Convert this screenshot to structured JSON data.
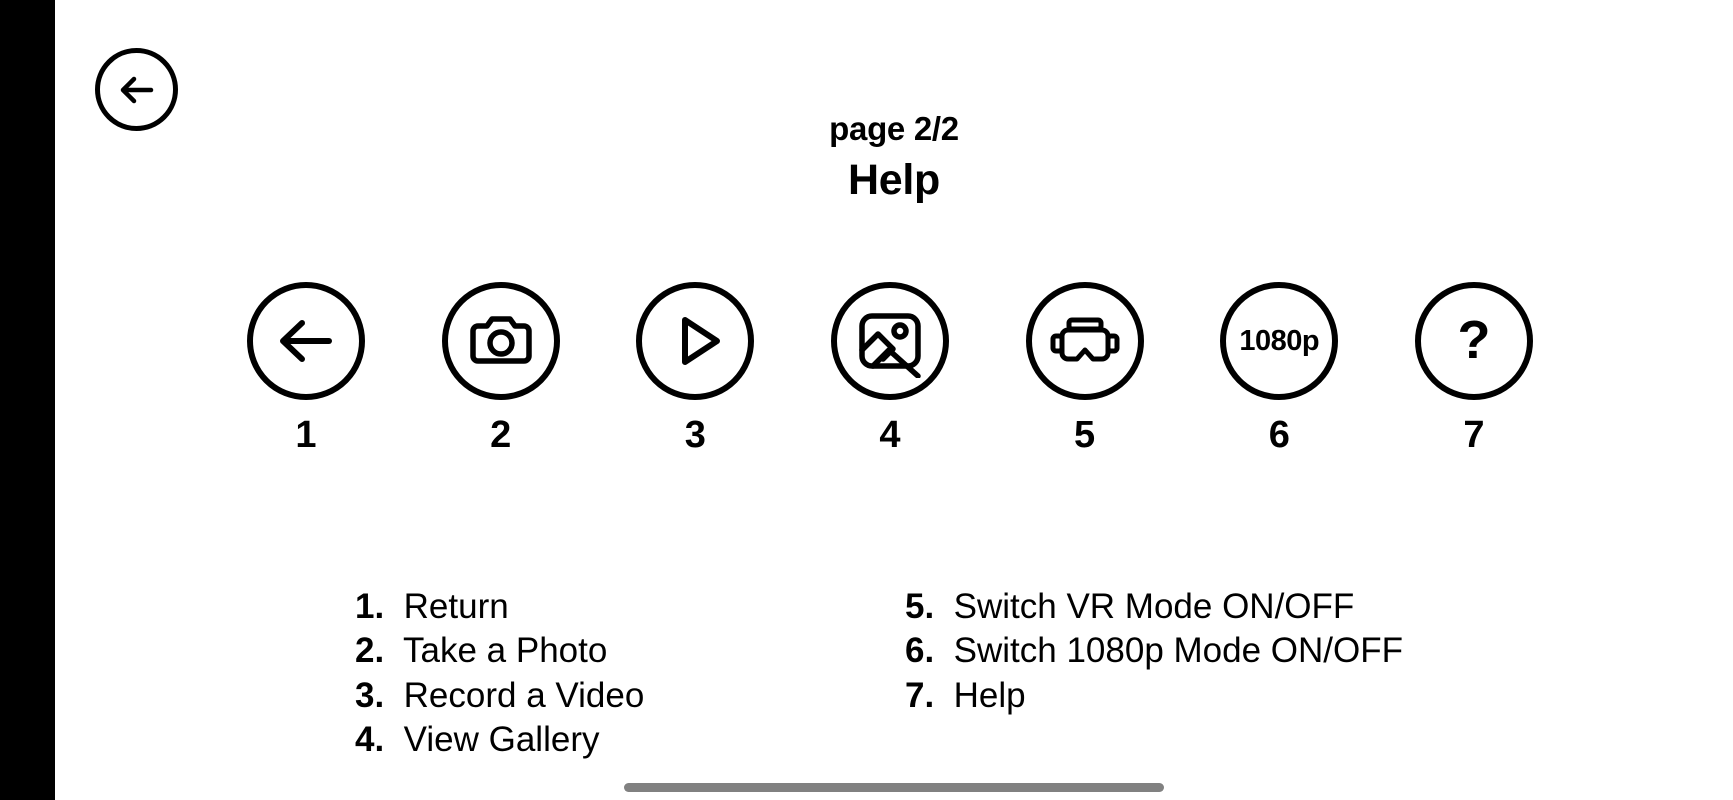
{
  "window": {
    "background_color": "#ffffff",
    "bezel_color": "#000000"
  },
  "header": {
    "back_button_icon": "arrow-left-circle-icon",
    "page_indicator": "page 2/2",
    "title": "Help"
  },
  "icons": [
    {
      "number": "1",
      "icon": "arrow-left-icon",
      "label_text": ""
    },
    {
      "number": "2",
      "icon": "camera-icon",
      "label_text": ""
    },
    {
      "number": "3",
      "icon": "play-icon",
      "label_text": ""
    },
    {
      "number": "4",
      "icon": "image-gallery-icon",
      "label_text": ""
    },
    {
      "number": "5",
      "icon": "vr-headset-icon",
      "label_text": ""
    },
    {
      "number": "6",
      "icon": "resolution-text-icon",
      "label_text": "1080p"
    },
    {
      "number": "7",
      "icon": "question-mark-icon",
      "label_text": "?"
    }
  ],
  "legend": {
    "left_column": [
      {
        "num": "1.",
        "text": "Return"
      },
      {
        "num": "2.",
        "text": "Take a Photo"
      },
      {
        "num": "3.",
        "text": "Record a Video"
      },
      {
        "num": "4.",
        "text": "View Gallery"
      }
    ],
    "right_column": [
      {
        "num": "5.",
        "text": "Switch VR Mode ON/OFF"
      },
      {
        "num": "6.",
        "text": "Switch 1080p Mode ON/OFF"
      },
      {
        "num": "7.",
        "text": "Help"
      }
    ]
  },
  "footer": {
    "home_indicator_color": "#818181"
  }
}
